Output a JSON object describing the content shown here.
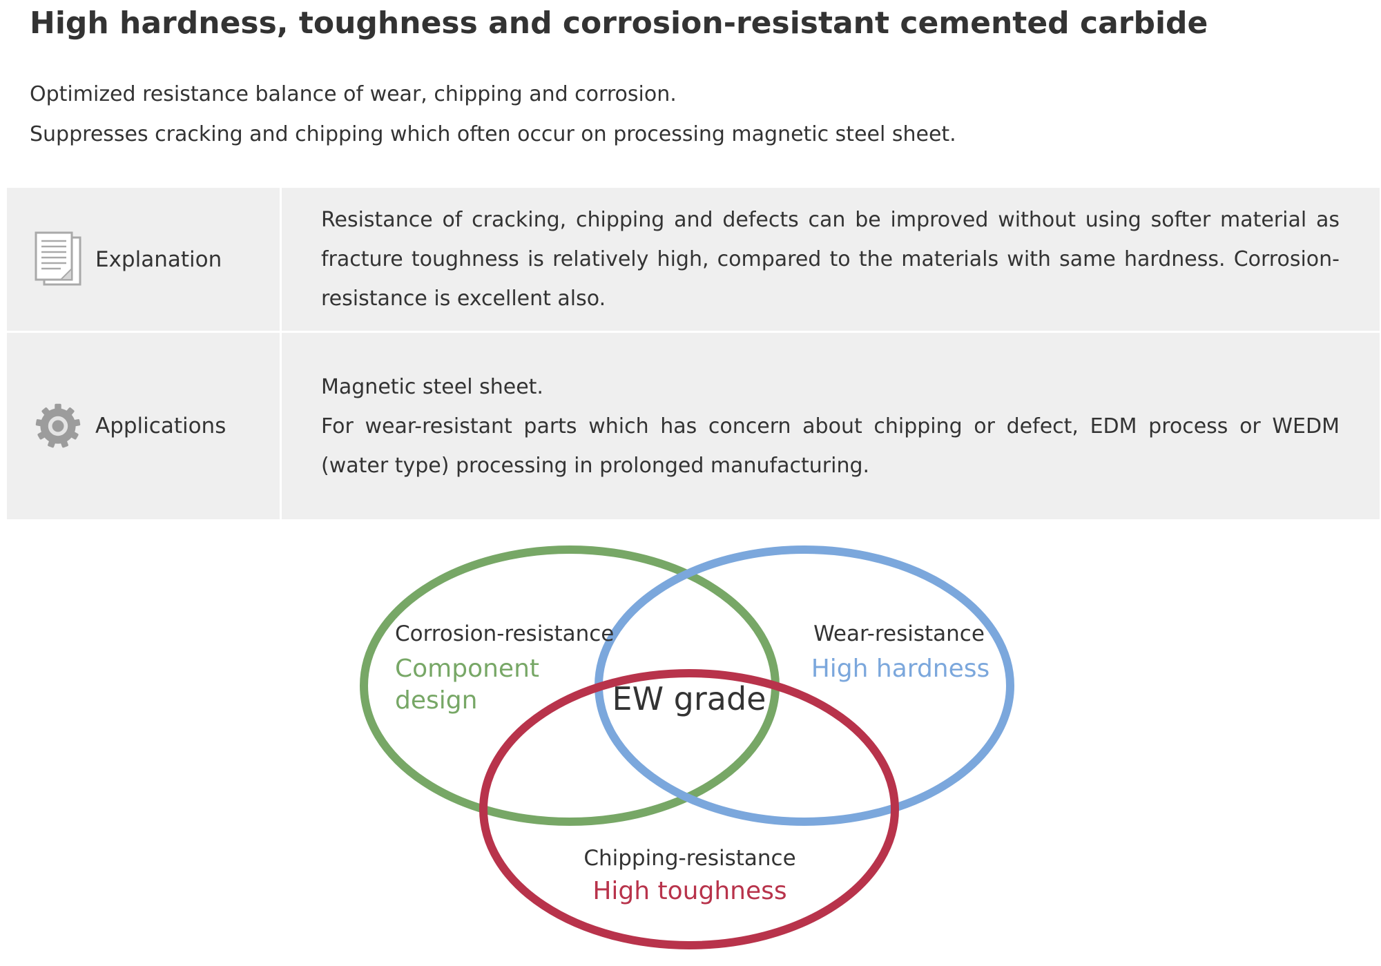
{
  "title": "High hardness, toughness and corrosion-resistant cemented carbide",
  "intro": [
    "Optimized resistance balance of wear, chipping and corrosion.",
    "Suppresses cracking and chipping which often occur on processing magnetic steel sheet."
  ],
  "table": {
    "rows": [
      {
        "icon": "document-icon",
        "label": "Explanation",
        "text": "Resistance of cracking, chipping and defects can be improved without using softer material as fracture toughness is relatively high, compared to the materials with same hardness. Corrosion-resistance is excellent also."
      },
      {
        "icon": "gear-icon",
        "label": "Applications",
        "line1": "Magnetic steel sheet.",
        "line2": "For wear-resistant parts which has concern about chipping or defect, EDM process or WEDM (water type) processing in prolonged manufacturing."
      }
    ]
  },
  "venn": {
    "center": "EW grade",
    "corrosion": {
      "title": "Corrosion-resistance",
      "line1": "Component",
      "line2": "design",
      "color": "#77a766"
    },
    "wear": {
      "title": "Wear-resistance",
      "line1": "High hardness",
      "color": "#7ba7dc"
    },
    "chipping": {
      "title": "Chipping-resistance",
      "line1": "High toughness",
      "color": "#b8334b"
    }
  }
}
